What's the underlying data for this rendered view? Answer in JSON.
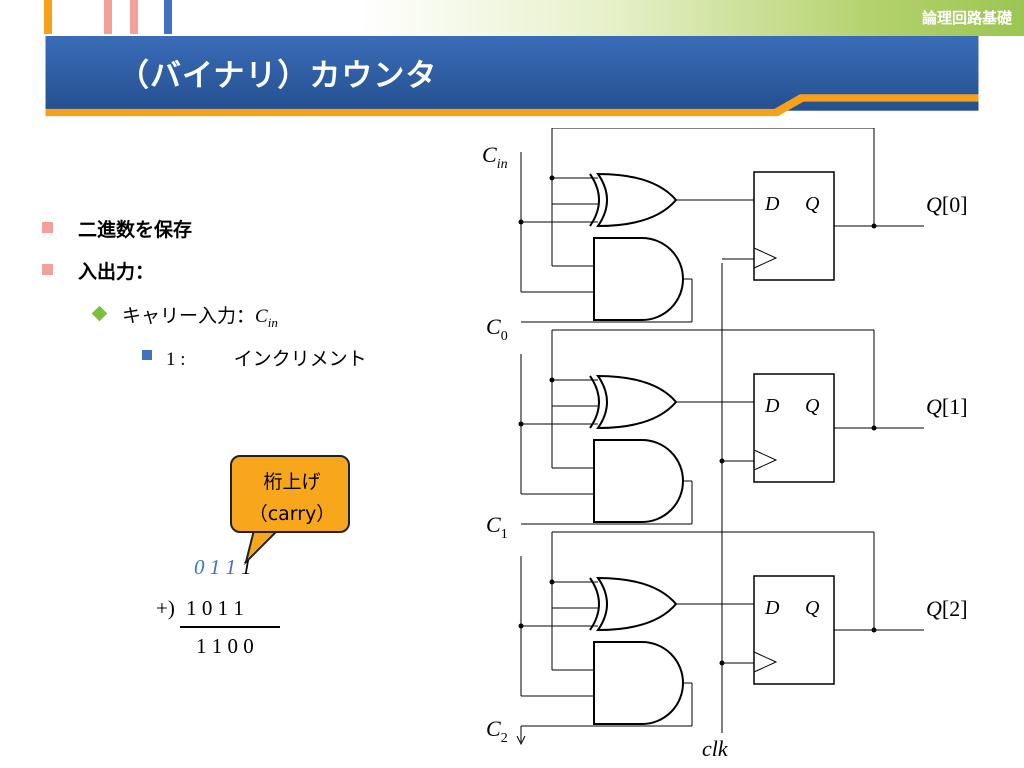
{
  "header": {
    "course": "論理回路基礎",
    "title": "（バイナリ）カウンタ"
  },
  "colors": {
    "title_bar": "#2d5a9e",
    "accent_orange": "#f7a11a",
    "bullet_pink": "#f4a09a",
    "bullet_green": "#7cbf3a",
    "bullet_blue": "#3f73c2",
    "carry_blue": "#3f73c2"
  },
  "bullets": {
    "b1": "二進数を保存",
    "b2": "入出力：",
    "b3_prefix": "キャリー入力：",
    "b3_var": "C",
    "b3_sub": "in",
    "b4_num": "1 :",
    "b4_text": "インクリメント"
  },
  "callout": {
    "line1": "桁上げ",
    "line2": "（carry）"
  },
  "arithmetic": {
    "carry_digits": "0 1 1",
    "carry_last": "1",
    "operator": "+)",
    "operand": "1 0 1 1",
    "result": "1 1 0 0"
  },
  "circuit": {
    "cin_var": "C",
    "cin_sub": "in",
    "c0_var": "C",
    "c0_sub": "0",
    "c1_var": "C",
    "c1_sub": "1",
    "c2_var": "C",
    "c2_sub": "2",
    "ff_d": "D",
    "ff_q": "Q",
    "out0": "[0]",
    "out1": "[1]",
    "out2": "[2]",
    "out_var": "Q",
    "clk": "clk"
  }
}
